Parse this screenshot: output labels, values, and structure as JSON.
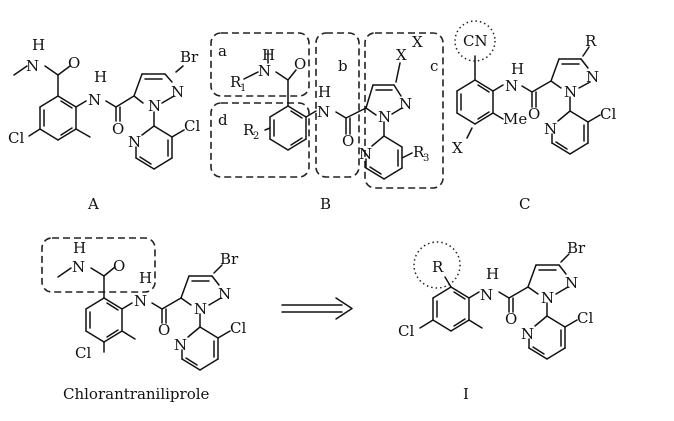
{
  "structures": {
    "A": {
      "caption": "A",
      "atoms": {
        "h": "H",
        "n": "N",
        "o": "O",
        "nh_h": "H",
        "nh_n": "N",
        "o2": "O",
        "br": "Br",
        "n1": "N",
        "n2": "N",
        "n3": "N",
        "cl1": "Cl",
        "cl2": "Cl"
      }
    },
    "B": {
      "caption": "B",
      "region_labels": {
        "a": "a",
        "b": "b",
        "c": "c",
        "d": "d"
      },
      "atoms": {
        "h": "H",
        "r1": "R",
        "r1_sub": "1",
        "n": "N",
        "o": "O",
        "nh_h": "H",
        "nh_n": "N",
        "o2": "O",
        "r2": "R",
        "r2_sub": "2",
        "x1": "X",
        "x2": "X",
        "n1": "N",
        "n2": "N",
        "n3": "N",
        "r3": "R",
        "r3_sub": "3"
      }
    },
    "C": {
      "caption": "C",
      "atoms": {
        "cn": "CN",
        "r": "R",
        "nh_h": "H",
        "nh_n": "N",
        "o": "O",
        "n1": "N",
        "n2": "N",
        "n3": "N",
        "cl": "Cl",
        "me": "Me",
        "x": "X"
      }
    },
    "chlorantraniliprole": {
      "caption": "Chlorantraniliprole",
      "atoms": {
        "h": "H",
        "n": "N",
        "o": "O",
        "nh_h": "H",
        "nh_n": "N",
        "o2": "O",
        "br": "Br",
        "n1": "N",
        "n2": "N",
        "n3": "N",
        "cl1": "Cl",
        "cl2": "Cl"
      }
    },
    "I": {
      "caption": "I",
      "atoms": {
        "r": "R",
        "nh_h": "H",
        "nh_n": "N",
        "o": "O",
        "br": "Br",
        "n1": "N",
        "n2": "N",
        "n3": "N",
        "cl1": "Cl",
        "cl2": "Cl"
      }
    }
  }
}
